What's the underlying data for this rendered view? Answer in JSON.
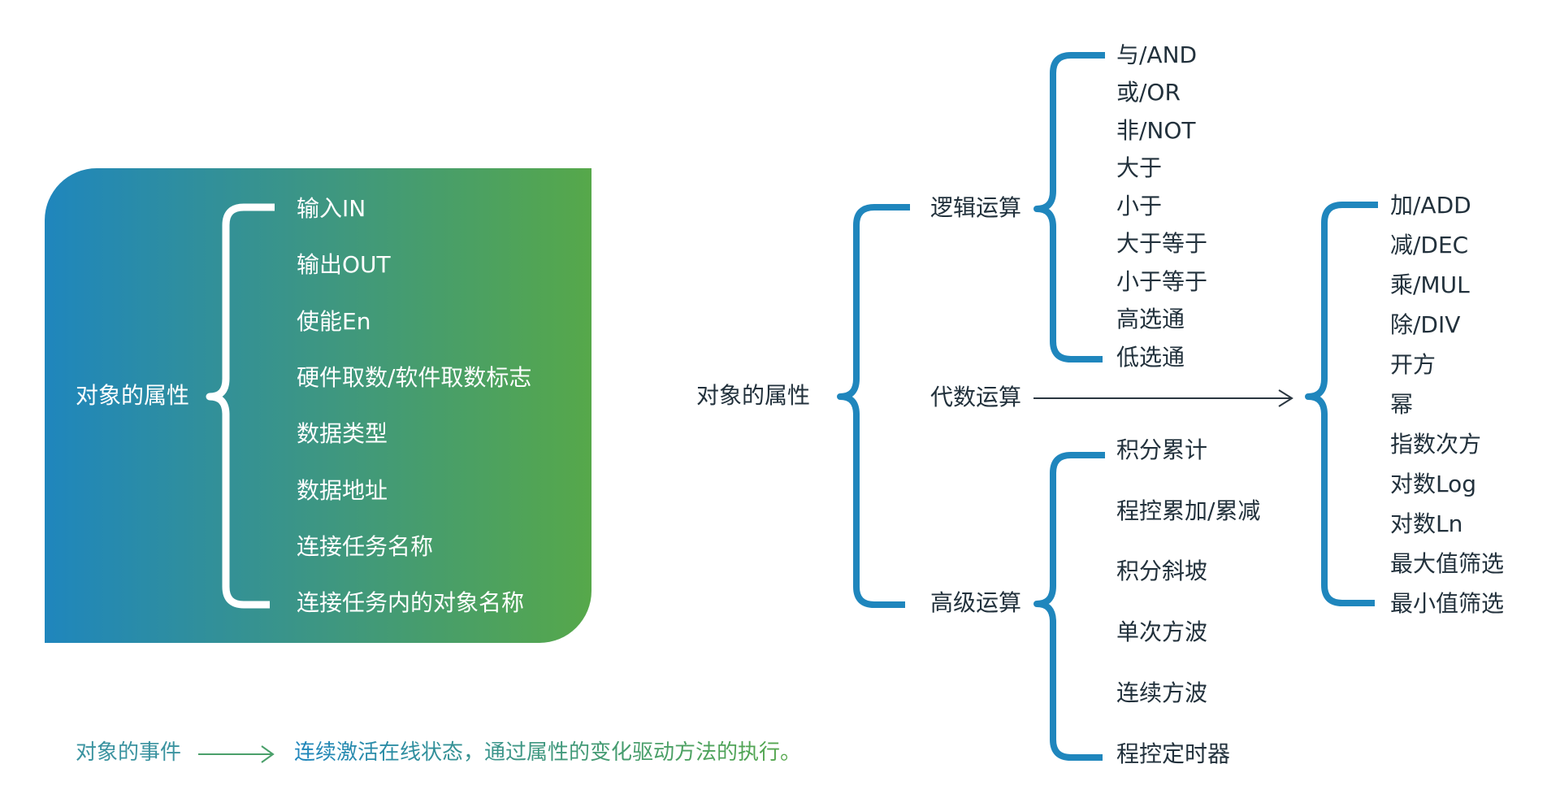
{
  "left_panel": {
    "root": "对象的属性",
    "items": [
      "输入IN",
      "输出OUT",
      "使能En",
      "硬件取数/软件取数标志",
      "数据类型",
      "数据地址",
      "连接任务名称",
      "连接任务内的对象名称"
    ]
  },
  "right_tree": {
    "root": "对象的属性",
    "logic": {
      "label": "逻辑运算",
      "items": [
        "与/AND",
        "或/OR",
        "非/NOT",
        "大于",
        "小于",
        "大于等于",
        "小于等于",
        "高选通",
        "低选通"
      ]
    },
    "algebra": {
      "label": "代数运算",
      "items": [
        "加/ADD",
        "减/DEC",
        "乘/MUL",
        "除/DIV",
        "开方",
        "幂",
        "指数次方",
        "对数Log",
        "对数Ln",
        "最大值筛选",
        "最小值筛选"
      ]
    },
    "advanced": {
      "label": "高级运算",
      "items": [
        "积分累计",
        "程控累加/累减",
        "积分斜坡",
        "单次方波",
        "连续方波",
        "程控定时器"
      ]
    }
  },
  "event": {
    "title": "对象的事件",
    "description": "连续激活在线状态，通过属性的变化驱动方法的执行。"
  },
  "colors": {
    "brace_blue": "#1f86bd",
    "gradient_start": "#1f86bd",
    "gradient_end": "#56a84a",
    "text_dark": "#22313c",
    "panel_text": "#ffffff",
    "arrow_dark": "#2a3640",
    "event_arrow": "#4aa06a"
  }
}
